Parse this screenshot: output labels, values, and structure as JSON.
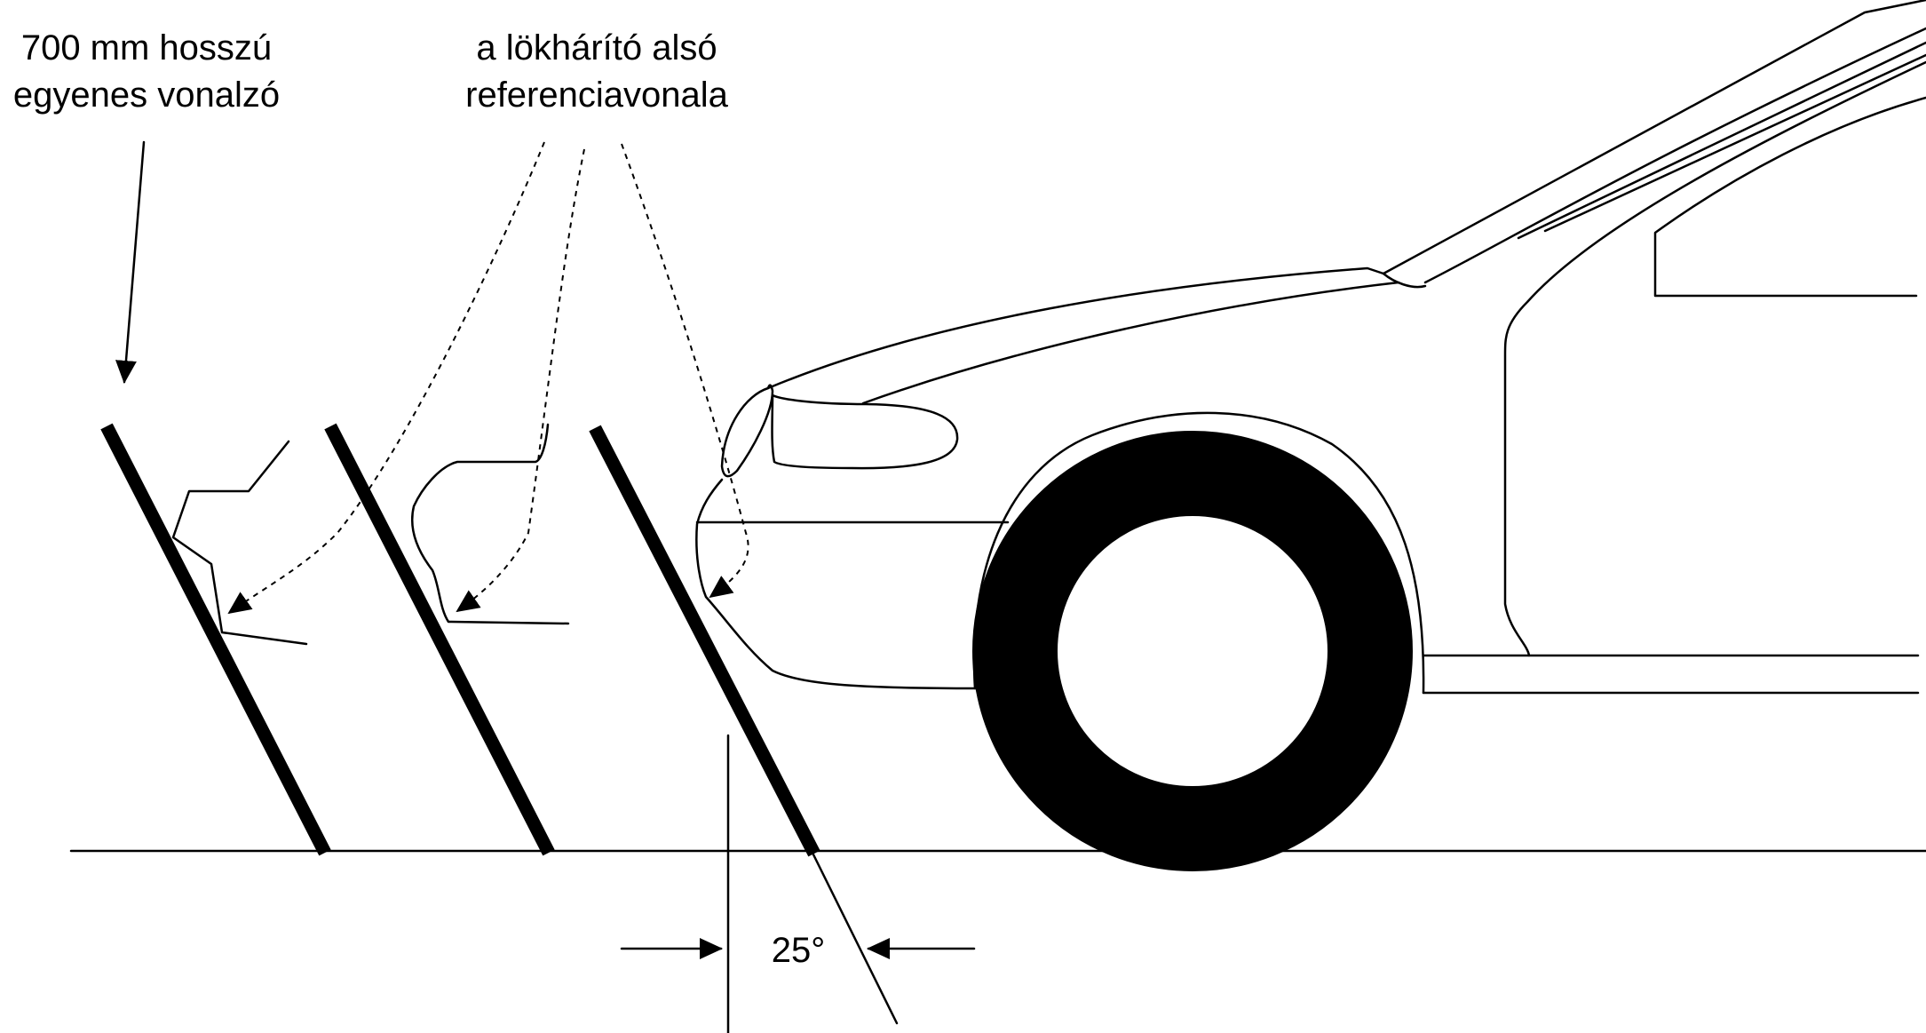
{
  "labels": {
    "ruler_line1": "700 mm hosszú",
    "ruler_line2": "egyenes vonalzó",
    "bumper_line1": "a lökhárító alsó",
    "bumper_line2": "referenciavonala",
    "angle": "25°"
  },
  "colors": {
    "ink": "#000000",
    "background": "#ffffff"
  }
}
